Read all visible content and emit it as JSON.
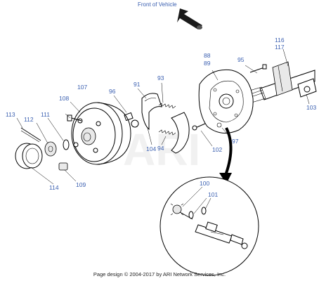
{
  "header": {
    "direction_label": "Front of Vehicle"
  },
  "watermark": "ARI",
  "footer": {
    "copyright": "Page design © 2004-2017 by ARI Network Services, Inc."
  },
  "callouts": {
    "c88": "88",
    "c89": "89",
    "c91": "91",
    "c93": "93",
    "c94": "94",
    "c95": "95",
    "c96": "96",
    "c97": "97",
    "c100": "100",
    "c101": "101",
    "c102": "102",
    "c103": "103",
    "c104": "104",
    "c107": "107",
    "c108": "108",
    "c109": "109",
    "c111": "111",
    "c112": "112",
    "c113": "113",
    "c114": "114",
    "c116": "116",
    "c117": "117"
  }
}
